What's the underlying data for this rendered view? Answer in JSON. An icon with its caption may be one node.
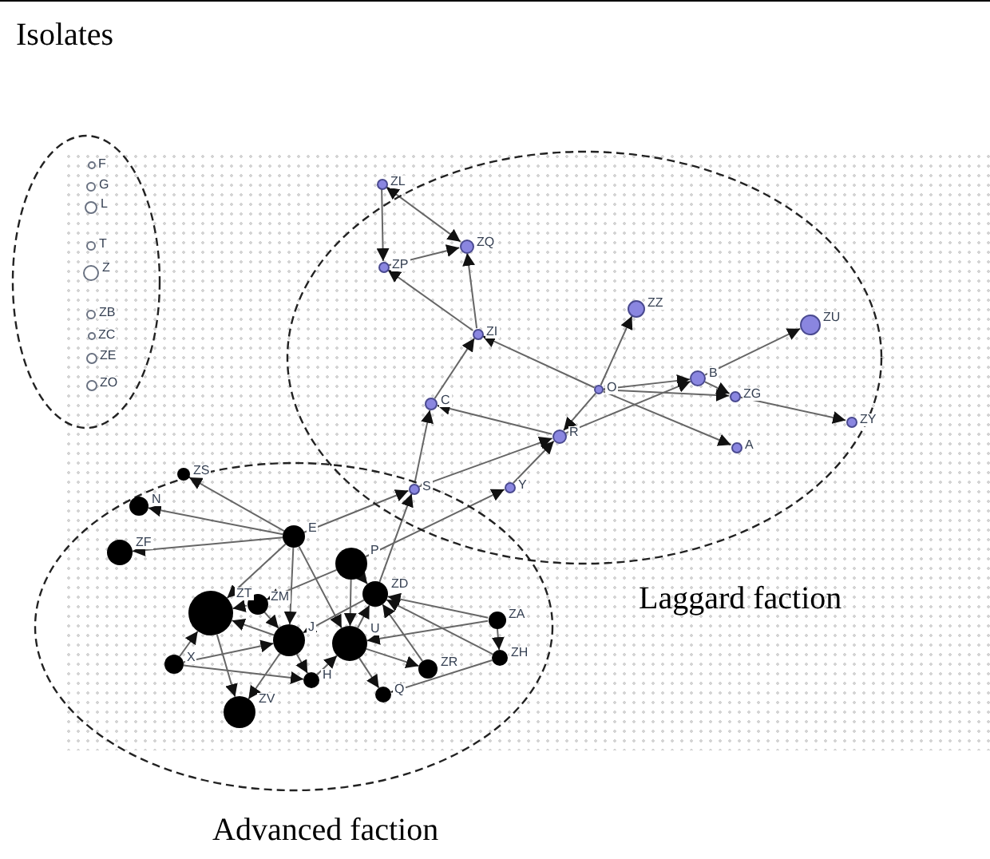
{
  "diagram": {
    "nodes": [
      {
        "text": [
          "Isolates"
        ]
      },
      {
        "text": [
          "F"
        ],
        "in": 0
      },
      {
        "text": [
          "G"
        ],
        "in": 0
      },
      {
        "text": [
          "L"
        ],
        "in": 0
      },
      {
        "text": [
          "T"
        ],
        "in": 0
      },
      {
        "text": [
          "Z"
        ],
        "in": 0
      },
      {
        "text": [
          "ZB"
        ],
        "in": 0
      },
      {
        "text": [
          "ZC"
        ],
        "in": 0
      },
      {
        "text": [
          "ZE"
        ],
        "in": 0
      },
      {
        "text": [
          "ZO"
        ],
        "in": 0
      },
      {
        "text": [
          "Laggard faction"
        ]
      },
      {
        "text": [
          "ZL"
        ],
        "in": 10
      },
      {
        "text": [
          "ZQ"
        ],
        "in": 10
      },
      {
        "text": [
          "ZP"
        ],
        "in": 10
      },
      {
        "text": [
          "ZZ"
        ],
        "in": 10
      },
      {
        "text": [
          "ZU"
        ],
        "in": 10
      },
      {
        "text": [
          "ZI"
        ],
        "in": 10
      },
      {
        "text": [
          "O"
        ],
        "in": 10
      },
      {
        "text": [
          "B"
        ],
        "in": 10
      },
      {
        "text": [
          "ZG"
        ],
        "in": 10
      },
      {
        "text": [
          "C"
        ],
        "in": 10
      },
      {
        "text": [
          "ZY"
        ],
        "in": 10
      },
      {
        "text": [
          "R"
        ],
        "in": 10
      },
      {
        "text": [
          "A"
        ],
        "in": 10
      },
      {
        "text": [
          "S"
        ]
      },
      {
        "text": [
          "Y"
        ],
        "in": 10
      },
      {
        "text": [
          "Advanced faction"
        ]
      },
      {
        "text": [
          "ZS"
        ],
        "in": 26
      },
      {
        "text": [
          "N"
        ],
        "in": 26
      },
      {
        "text": [
          "ZF"
        ],
        "in": 26
      },
      {
        "text": [
          "E"
        ],
        "in": 26
      },
      {
        "text": [
          "P"
        ],
        "in": 26
      },
      {
        "text": [
          "ZM"
        ],
        "in": 26
      },
      {
        "text": [
          "ZD"
        ],
        "in": 26
      },
      {
        "text": [
          "ZT"
        ],
        "in": 26
      },
      {
        "text": [
          "ZA"
        ],
        "in": 26
      },
      {
        "text": [
          "U"
        ],
        "in": 26
      },
      {
        "text": [
          "J"
        ],
        "in": 26
      },
      {
        "text": [
          "ZH"
        ],
        "in": 26
      },
      {
        "text": [
          "X"
        ],
        "in": 26
      },
      {
        "text": [
          "ZR"
        ],
        "in": 26
      },
      {
        "text": [
          "H"
        ],
        "in": 26
      },
      {
        "text": [
          "Q"
        ],
        "in": 26
      },
      {
        "text": [
          "ZV"
        ],
        "in": 26
      }
    ],
    "edges": [
      {
        "from": 11,
        "to": 13,
        "arrow": "to"
      },
      {
        "from": 11,
        "to": 12,
        "arrow": "both"
      },
      {
        "from": 13,
        "to": 12,
        "arrow": "to"
      },
      {
        "from": 16,
        "to": 13,
        "arrow": "to"
      },
      {
        "from": 16,
        "to": 12,
        "arrow": "to"
      },
      {
        "from": 20,
        "to": 16,
        "arrow": "to"
      },
      {
        "from": 17,
        "to": 16,
        "arrow": "to"
      },
      {
        "from": 17,
        "to": 14,
        "arrow": "to"
      },
      {
        "from": 17,
        "to": 22,
        "arrow": "to"
      },
      {
        "from": 22,
        "to": 20,
        "arrow": "to"
      },
      {
        "from": 24,
        "to": 20,
        "arrow": "to"
      },
      {
        "from": 24,
        "to": 22,
        "arrow": "to"
      },
      {
        "from": 22,
        "to": 18,
        "arrow": "to"
      },
      {
        "from": 17,
        "to": 18,
        "arrow": "to"
      },
      {
        "from": 17,
        "to": 19,
        "arrow": "to"
      },
      {
        "from": 18,
        "to": 19,
        "arrow": "to"
      },
      {
        "from": 19,
        "to": 21,
        "arrow": "to"
      },
      {
        "from": 18,
        "to": 15,
        "arrow": "to"
      },
      {
        "from": 17,
        "to": 23,
        "arrow": "to"
      },
      {
        "from": 25,
        "to": 22,
        "arrow": "to"
      },
      {
        "from": 31,
        "to": 25,
        "arrow": "to"
      },
      {
        "from": 30,
        "to": 24,
        "arrow": "to"
      },
      {
        "from": 33,
        "to": 24,
        "arrow": "to"
      },
      {
        "from": 30,
        "to": 27,
        "arrow": "to"
      },
      {
        "from": 30,
        "to": 28,
        "arrow": "to"
      },
      {
        "from": 30,
        "to": 29,
        "arrow": "to"
      },
      {
        "from": 32,
        "to": 34,
        "arrow": "to"
      },
      {
        "from": 30,
        "to": 34,
        "arrow": "to"
      },
      {
        "from": 39,
        "to": 34,
        "arrow": "to"
      },
      {
        "from": 34,
        "to": 43,
        "arrow": "to"
      },
      {
        "from": 37,
        "to": 34,
        "arrow": "to"
      },
      {
        "from": 32,
        "to": 37,
        "arrow": "to"
      },
      {
        "from": 30,
        "to": 37,
        "arrow": "to"
      },
      {
        "from": 31,
        "to": 32,
        "arrow": "to"
      },
      {
        "from": 31,
        "to": 33,
        "arrow": "to"
      },
      {
        "from": 33,
        "to": 37,
        "arrow": "to"
      },
      {
        "from": 36,
        "to": 33,
        "arrow": "to"
      },
      {
        "from": 35,
        "to": 33,
        "arrow": "to"
      },
      {
        "from": 35,
        "to": 36,
        "arrow": "to"
      },
      {
        "from": 35,
        "to": 38,
        "arrow": "to"
      },
      {
        "from": 38,
        "to": 33,
        "arrow": "to"
      },
      {
        "from": 40,
        "to": 33,
        "arrow": "to"
      },
      {
        "from": 36,
        "to": 40,
        "arrow": "to"
      },
      {
        "from": 36,
        "to": 42,
        "arrow": "to"
      },
      {
        "from": 37,
        "to": 41,
        "arrow": "to"
      },
      {
        "from": 39,
        "to": 41,
        "arrow": "to"
      },
      {
        "from": 39,
        "to": 37,
        "arrow": "to"
      },
      {
        "from": 41,
        "to": 36,
        "arrow": "to"
      },
      {
        "from": 37,
        "to": 43,
        "arrow": "to"
      },
      {
        "from": 38,
        "to": 42,
        "arrow": "to"
      },
      {
        "from": 31,
        "to": 36,
        "arrow": "to"
      },
      {
        "from": 30,
        "to": 36,
        "arrow": "to"
      }
    ]
  }
}
